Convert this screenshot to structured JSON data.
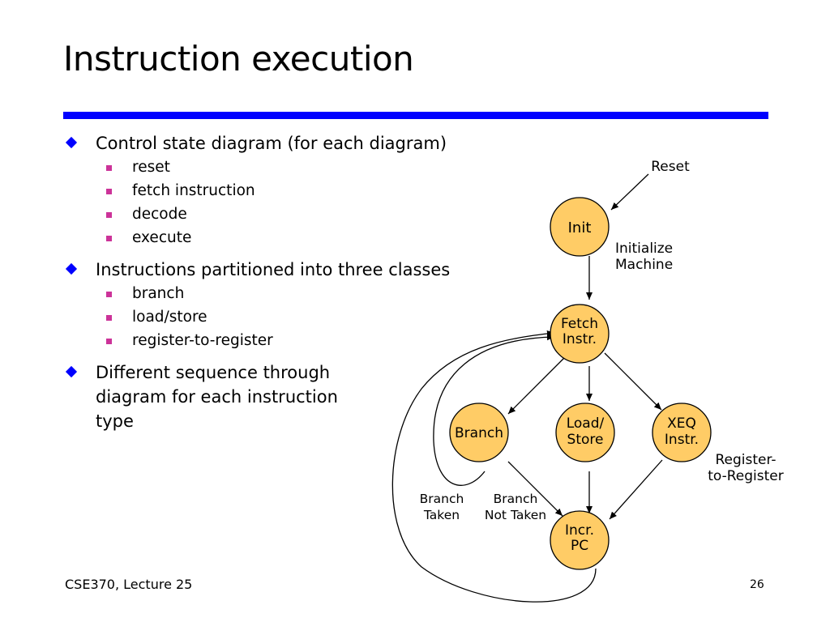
{
  "slide": {
    "title": "Instruction execution",
    "bullets": [
      {
        "text": "Control state diagram (for each diagram)",
        "sub": [
          "reset",
          "fetch instruction",
          "decode",
          "execute"
        ]
      },
      {
        "text": "Instructions partitioned into three classes",
        "sub": [
          "branch",
          "load/store",
          "register-to-register"
        ]
      },
      {
        "text": "Different sequence through diagram for each instruction type",
        "sub": []
      }
    ],
    "footer_left": "CSE370, Lecture 25",
    "page_number": "26"
  },
  "diagram": {
    "states": {
      "init": [
        "Init"
      ],
      "fetch": [
        "Fetch",
        "Instr."
      ],
      "branch": [
        "Branch"
      ],
      "loadstore": [
        "Load/",
        "Store"
      ],
      "xeq": [
        "XEQ",
        "Instr."
      ],
      "incr": [
        "Incr.",
        "PC"
      ]
    },
    "labels": {
      "reset": [
        "Reset"
      ],
      "initialize": [
        "Initialize",
        "Machine"
      ],
      "reg_to_reg": [
        "Register-",
        "to-Register"
      ],
      "branch_taken": [
        "Branch",
        "Taken"
      ],
      "branch_not_taken": [
        "Branch",
        "Not Taken"
      ]
    },
    "colors": {
      "state_fill": "#ffcc66",
      "state_stroke": "#000000",
      "rule": "#0000ff",
      "bullet_l1": "#0000ff",
      "bullet_l2": "#cc3399"
    }
  }
}
